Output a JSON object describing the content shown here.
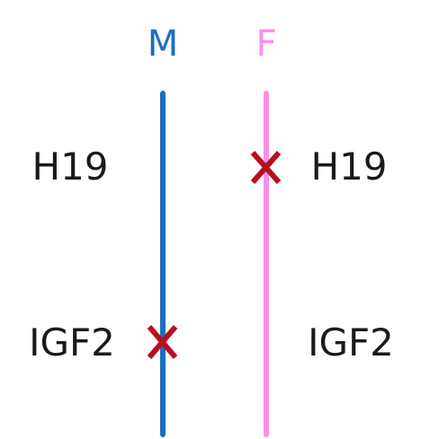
{
  "parents": {
    "maternal": {
      "label": "M",
      "color": "#1a6fbf"
    },
    "paternal": {
      "label": "F",
      "color": "#f890ea"
    }
  },
  "genes": {
    "h19": {
      "left_label": "H19",
      "right_label": "H19"
    },
    "igf2": {
      "left_label": "IGF2",
      "right_label": "IGF2"
    }
  },
  "marks": {
    "color": "#b8101f",
    "silenced": [
      {
        "gene": "H19",
        "chromosome": "paternal"
      },
      {
        "gene": "IGF2",
        "chromosome": "maternal"
      }
    ]
  }
}
